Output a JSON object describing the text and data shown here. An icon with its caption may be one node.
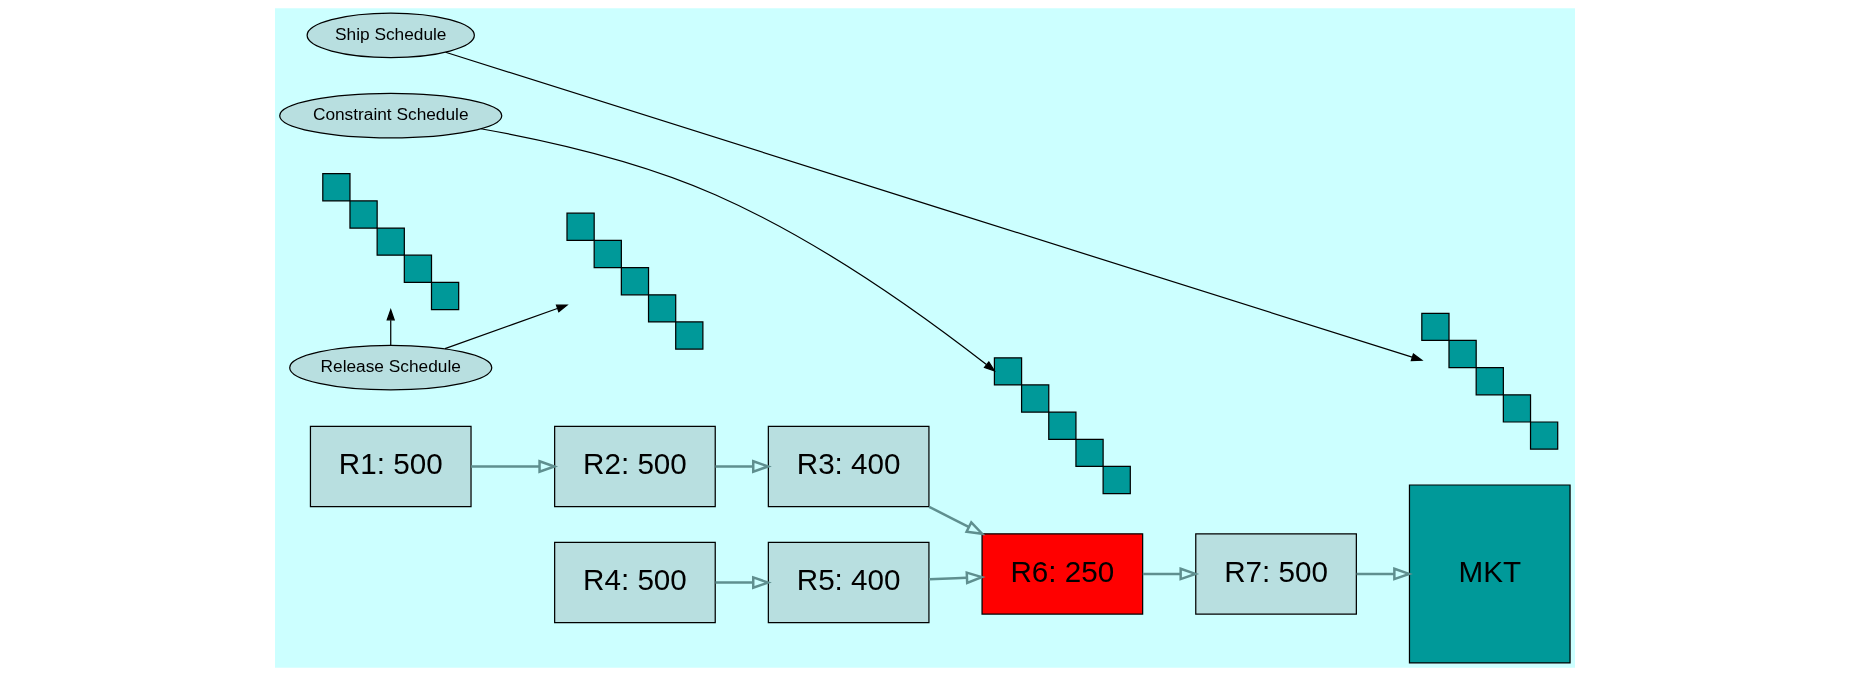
{
  "diagram": {
    "nodes": [
      {
        "text": [
          "R1: 500"
        ]
      },
      {
        "text": [
          "R2: 500"
        ]
      },
      {
        "text": [
          "R3: 400"
        ]
      },
      {
        "text": [
          "R4: 500"
        ]
      },
      {
        "text": [
          "R5: 400"
        ]
      },
      {
        "text": [
          "R6: 250"
        ]
      },
      {
        "text": [
          "R7: 500"
        ]
      },
      {
        "text": [
          "MKT"
        ]
      },
      {
        "text": [],
        "shape": "box"
      },
      {
        "text": [],
        "shape": "box"
      },
      {
        "text": [],
        "shape": "box"
      },
      {
        "text": [],
        "shape": "box"
      },
      {
        "text": [
          "Release Schedule"
        ]
      },
      {
        "text": [
          "Constraint Schedule"
        ]
      },
      {
        "text": [
          "Ship Schedule"
        ]
      }
    ],
    "edges": [
      {
        "from": 0,
        "to": 1,
        "arrow": "to"
      },
      {
        "from": 1,
        "to": 2,
        "arrow": "to"
      },
      {
        "from": 2,
        "to": 5,
        "arrow": "to"
      },
      {
        "from": 3,
        "to": 4,
        "arrow": "to"
      },
      {
        "from": 4,
        "to": 5,
        "arrow": "to"
      },
      {
        "from": 5,
        "to": 6,
        "arrow": "to"
      },
      {
        "from": 6,
        "to": 7,
        "arrow": "to"
      },
      {
        "from": 12,
        "to": 8,
        "arrow": "to",
        "color": "#000000"
      },
      {
        "from": 12,
        "to": 9,
        "arrow": "to",
        "color": "#000000"
      },
      {
        "from": 13,
        "to": 10,
        "arrow": "to",
        "color": "#000000"
      },
      {
        "from": 14,
        "to": 11,
        "arrow": "to",
        "color": "#000000"
      }
    ]
  }
}
